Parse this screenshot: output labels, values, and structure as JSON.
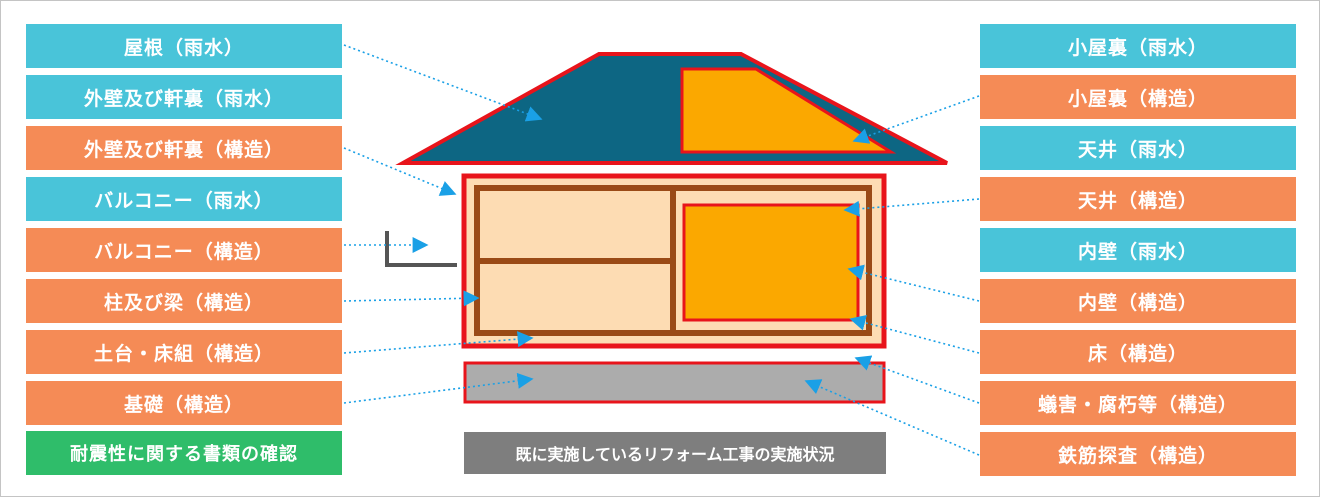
{
  "colors": {
    "rain": "#49c4d9",
    "structure": "#f58b56",
    "document_check": "#2fbd6a",
    "caption_bg": "#7e7e7e",
    "roof": "#0d6683",
    "frame_red": "#e8141b",
    "attic_orange": "#fba800",
    "room_light": "#fddcb3",
    "beam_brown": "#9a4a16",
    "foundation_gray": "#acacac",
    "arrow_blue": "#1aa0e6"
  },
  "left_labels": [
    {
      "text": "屋根（雨水）",
      "kind": "rain"
    },
    {
      "text": "外壁及び軒裏（雨水）",
      "kind": "rain"
    },
    {
      "text": "外壁及び軒裏（構造）",
      "kind": "structure"
    },
    {
      "text": "バルコニー（雨水）",
      "kind": "rain"
    },
    {
      "text": "バルコニー（構造）",
      "kind": "structure"
    },
    {
      "text": "柱及び梁（構造）",
      "kind": "structure"
    },
    {
      "text": "土台・床組（構造）",
      "kind": "structure"
    },
    {
      "text": "基礎（構造）",
      "kind": "structure"
    }
  ],
  "right_labels": [
    {
      "text": "小屋裏（雨水）",
      "kind": "rain"
    },
    {
      "text": "小屋裏（構造）",
      "kind": "structure"
    },
    {
      "text": "天井（雨水）",
      "kind": "rain"
    },
    {
      "text": "天井（構造）",
      "kind": "structure"
    },
    {
      "text": "内壁（雨水）",
      "kind": "rain"
    },
    {
      "text": "内壁（構造）",
      "kind": "structure"
    },
    {
      "text": "床（構造）",
      "kind": "structure"
    },
    {
      "text": "蟻害・腐朽等（構造）",
      "kind": "structure"
    },
    {
      "text": "鉄筋探査（構造）",
      "kind": "structure"
    }
  ],
  "document_check_label": "耐震性に関する書類の確認",
  "caption": "既に実施しているリフォーム工事の実施状況"
}
